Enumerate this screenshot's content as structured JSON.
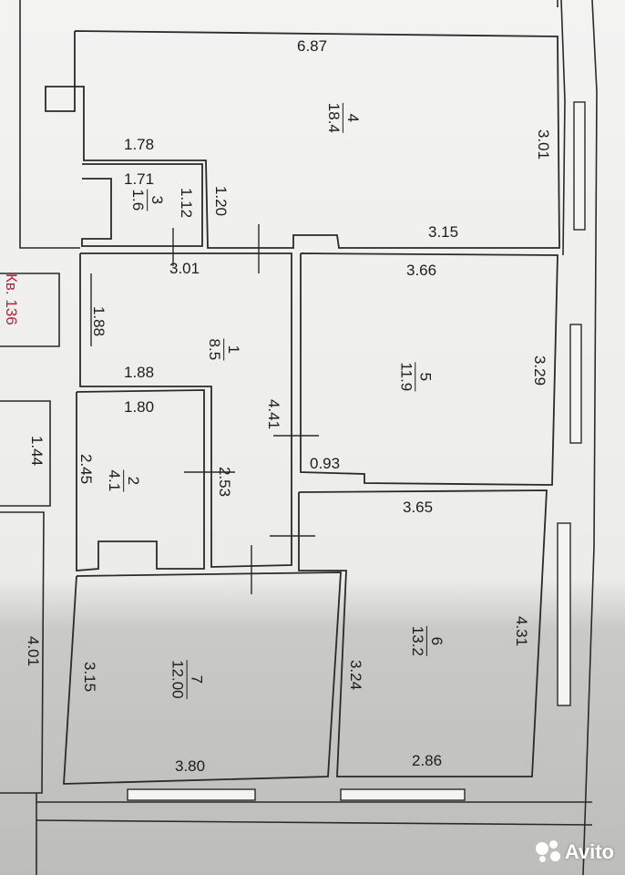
{
  "apartment_label": "Кв. 136",
  "watermark": "Avito",
  "rooms": [
    {
      "id": "room-1",
      "number": "1",
      "area": "8.5"
    },
    {
      "id": "room-2",
      "number": "2",
      "area": "4.1"
    },
    {
      "id": "room-3",
      "number": "3",
      "area": "1.6"
    },
    {
      "id": "room-4",
      "number": "4",
      "area": "18.4"
    },
    {
      "id": "room-5",
      "number": "5",
      "area": "11.9"
    },
    {
      "id": "room-6",
      "number": "6",
      "area": "13.2"
    },
    {
      "id": "room-7",
      "number": "7",
      "area": "12.00"
    }
  ],
  "dimensions": {
    "room4_top": "6.87",
    "room4_right": "3.01",
    "room4_bottom": "3.15",
    "room4_inner": "1.78",
    "room3_width": "1.71",
    "room3_depth": "1.12",
    "room3_side": "1.20",
    "corridor_top": "3.01",
    "corridor_left": "1.88",
    "corridor_mid": "1.88",
    "corridor_right": "4.41",
    "room2_top": "1.80",
    "room2_left": "2.45",
    "room2_right": "2.53",
    "room5_top": "3.66",
    "room5_right": "3.29",
    "room5_notch": "0.93",
    "room6_top": "3.65",
    "room6_right": "4.31",
    "room6_bottom": "2.86",
    "room6_left": "3.24",
    "room7_left": "3.15",
    "room7_bottom": "3.80",
    "left_small": "1.44",
    "left_tall": "4.01"
  }
}
